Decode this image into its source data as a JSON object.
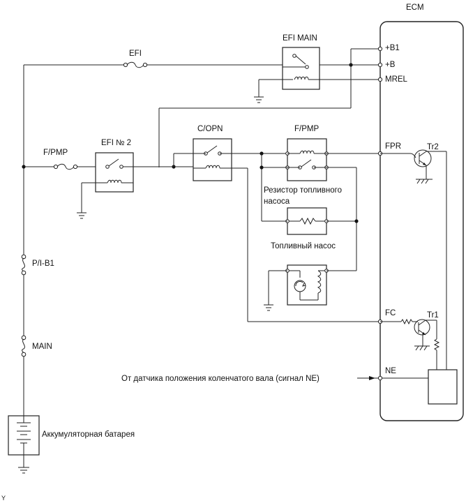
{
  "ecm": {
    "title": "ECM",
    "pins": [
      "+B1",
      "+B",
      "MREL",
      "FPR",
      "FC",
      "NE"
    ],
    "transistors": [
      "Tr2",
      "Tr1"
    ]
  },
  "fuses": {
    "efi": "EFI",
    "fpmp": "F/PMP",
    "pib1": "P/I-B1",
    "main": "MAIN"
  },
  "relays": {
    "efi_main": "EFI MAIN",
    "efi2": "EFI № 2",
    "copn": "C/OPN",
    "fpmp": "F/PMP"
  },
  "labels": {
    "resistor_line1": "Резистор топливного",
    "resistor_line2": "насоса",
    "pump": "Топливный насос",
    "ne_source": "От датчика положения коленчатого вала (сигнал NE)",
    "battery": "Аккумуляторная батарея",
    "corner": "Y"
  },
  "colors": {
    "line": "#222222",
    "background": "#ffffff"
  }
}
